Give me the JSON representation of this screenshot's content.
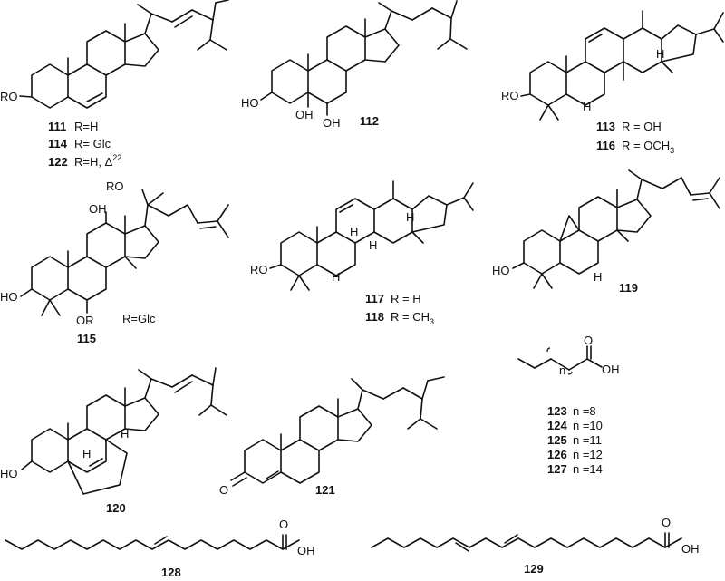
{
  "compounds": {
    "c111": {
      "num": "111",
      "sub": "R=H"
    },
    "c114": {
      "num": "114",
      "sub": "R= Glc"
    },
    "c122": {
      "num": "122",
      "sub": "R=H, Δ",
      "sup": "22"
    },
    "c112": {
      "num": "112"
    },
    "c113": {
      "num": "113",
      "sub": "R = OH"
    },
    "c116": {
      "num": "116",
      "sub": "R = OCH",
      "subscript": "3"
    },
    "c115": {
      "num": "115",
      "sub": "R=Glc"
    },
    "c117": {
      "num": "117",
      "sub": "R = H"
    },
    "c118": {
      "num": "118",
      "sub": "R = CH",
      "subscript": "3"
    },
    "c119": {
      "num": "119"
    },
    "c120": {
      "num": "120"
    },
    "c121": {
      "num": "121"
    },
    "c123": {
      "num": "123",
      "sub": "n =8"
    },
    "c124": {
      "num": "124",
      "sub": "n =10"
    },
    "c125": {
      "num": "125",
      "sub": "n =11"
    },
    "c126": {
      "num": "126",
      "sub": "n =12"
    },
    "c127": {
      "num": "127",
      "sub": "n =14"
    },
    "c128": {
      "num": "128"
    },
    "c129": {
      "num": "129"
    }
  },
  "atoms": {
    "ro": "RO",
    "ho": "HO",
    "oh": "OH",
    "or": "OR",
    "o": "O",
    "h": "H",
    "n": "n"
  }
}
